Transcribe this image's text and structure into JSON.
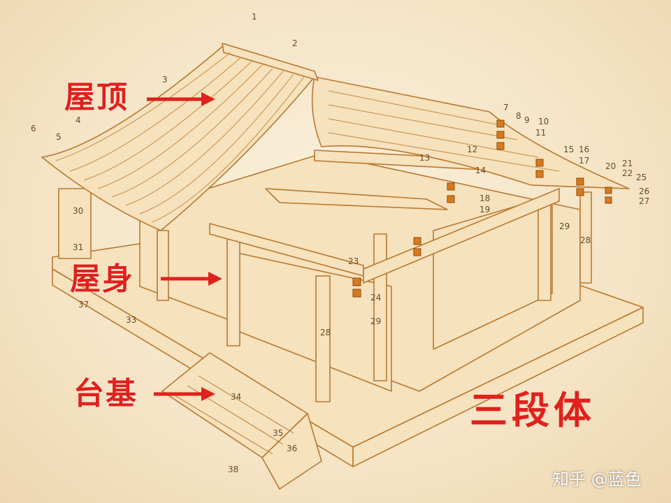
{
  "labels": {
    "roof": "屋顶",
    "body": "屋身",
    "base": "台基",
    "title": "三段体"
  },
  "watermark": {
    "site": "知乎",
    "user": "@蓝色"
  },
  "part_numbers": [
    "1",
    "2",
    "3",
    "4",
    "5",
    "6",
    "7",
    "8",
    "9",
    "10",
    "11",
    "12",
    "13",
    "14",
    "15",
    "16",
    "17",
    "18",
    "19",
    "20",
    "21",
    "22",
    "23",
    "24",
    "25",
    "26",
    "27",
    "28",
    "29",
    "30",
    "31",
    "33",
    "34",
    "35",
    "36",
    "37",
    "38"
  ],
  "colors": {
    "label_red": "#e0211c",
    "line_brown": "#b9782f",
    "wood_fill": "#f6e2bd",
    "beam_orange": "#d77a1e"
  }
}
